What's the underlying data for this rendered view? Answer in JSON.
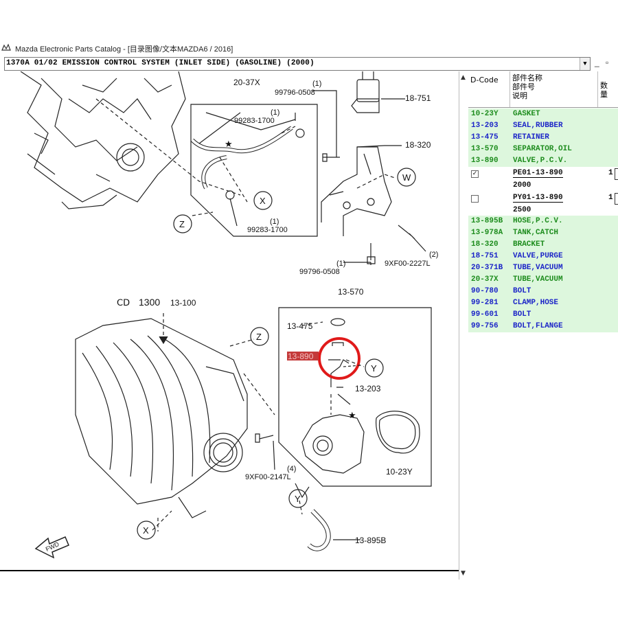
{
  "window": {
    "title": "Mazda Electronic Parts Catalog - [目录图像/文本MAZDA6 / 2016]"
  },
  "section_select": {
    "value": "1370A 01/02 EMISSION CONTROL SYSTEM (INLET SIDE) (GASOLINE) (2000)"
  },
  "window_buttons": {
    "min": "_",
    "restore": "▫"
  },
  "diagram": {
    "labels": {
      "tube_vacuum": "20-37X",
      "bolt_99796_top": "99796-0508",
      "valve_purge": "18-751",
      "bracket": "18-320",
      "clamp_qty_top": "(1)",
      "clamp_top": "99283-1700",
      "clamp_qty_bottom": "(1)",
      "clamp_bottom": "99283-1700",
      "bolt_qty_top": "(1)",
      "bolt_qty_bottom": "(1)",
      "bolt_99796_bottom": "99796-0508",
      "bolt_9xf_qty": "(2)",
      "bolt_9xf": "9XF00-2227L",
      "manifold": "1300",
      "manifold_code": "13-100",
      "separator": "13-570",
      "retainer": "13-475",
      "pcv_valve": "13-890",
      "seal": "13-203",
      "gasket": "10-23Y",
      "bolt_2147_qty": "(4)",
      "bolt_2147": "9XF00-2147L",
      "hose": "13-895B",
      "fwd": "FWD",
      "callout_x": "X",
      "callout_y": "Y",
      "callout_z": "Z",
      "callout_w": "W",
      "star": "★",
      "hosed_prefix": "ⅭⅮ"
    }
  },
  "parts_list": {
    "headers": {
      "dcode": "D-Code",
      "name": "部件名称\n部件号\n说明",
      "qty": "数量"
    },
    "rows": [
      {
        "code": "10-23Y",
        "name": "GASKET",
        "color": "green"
      },
      {
        "code": "13-203",
        "name": "SEAL,RUBBER",
        "color": "blue"
      },
      {
        "code": "13-475",
        "name": "RETAINER",
        "color": "blue"
      },
      {
        "code": "13-570",
        "name": "SEPARATOR,OIL",
        "color": "green"
      },
      {
        "code": "13-890",
        "name": "VALVE,P.C.V.",
        "color": "green"
      }
    ],
    "sub_items": [
      {
        "checked": true,
        "part_no": "PE01-13-890",
        "qty": "1",
        "year": "2000"
      },
      {
        "checked": false,
        "part_no": "PY01-13-890",
        "qty": "1",
        "year": "2500"
      }
    ],
    "rows2": [
      {
        "code": "13-895B",
        "name": "HOSE,P.C.V.",
        "color": "green"
      },
      {
        "code": "13-978A",
        "name": "TANK,CATCH",
        "color": "green"
      },
      {
        "code": "18-320",
        "name": "BRACKET",
        "color": "green"
      },
      {
        "code": "18-751",
        "name": "VALVE,PURGE",
        "color": "blue"
      },
      {
        "code": "20-371B",
        "name": "TUBE,VACUUM",
        "color": "blue"
      },
      {
        "code": "20-37X",
        "name": "TUBE,VACUUM",
        "color": "green"
      },
      {
        "code": "90-780",
        "name": "BOLT",
        "color": "blue"
      },
      {
        "code": "99-281",
        "name": "CLAMP,HOSE",
        "color": "blue"
      },
      {
        "code": "99-601",
        "name": "BOLT",
        "color": "blue"
      },
      {
        "code": "99-756",
        "name": "BOLT,FLANGE",
        "color": "blue"
      }
    ]
  }
}
